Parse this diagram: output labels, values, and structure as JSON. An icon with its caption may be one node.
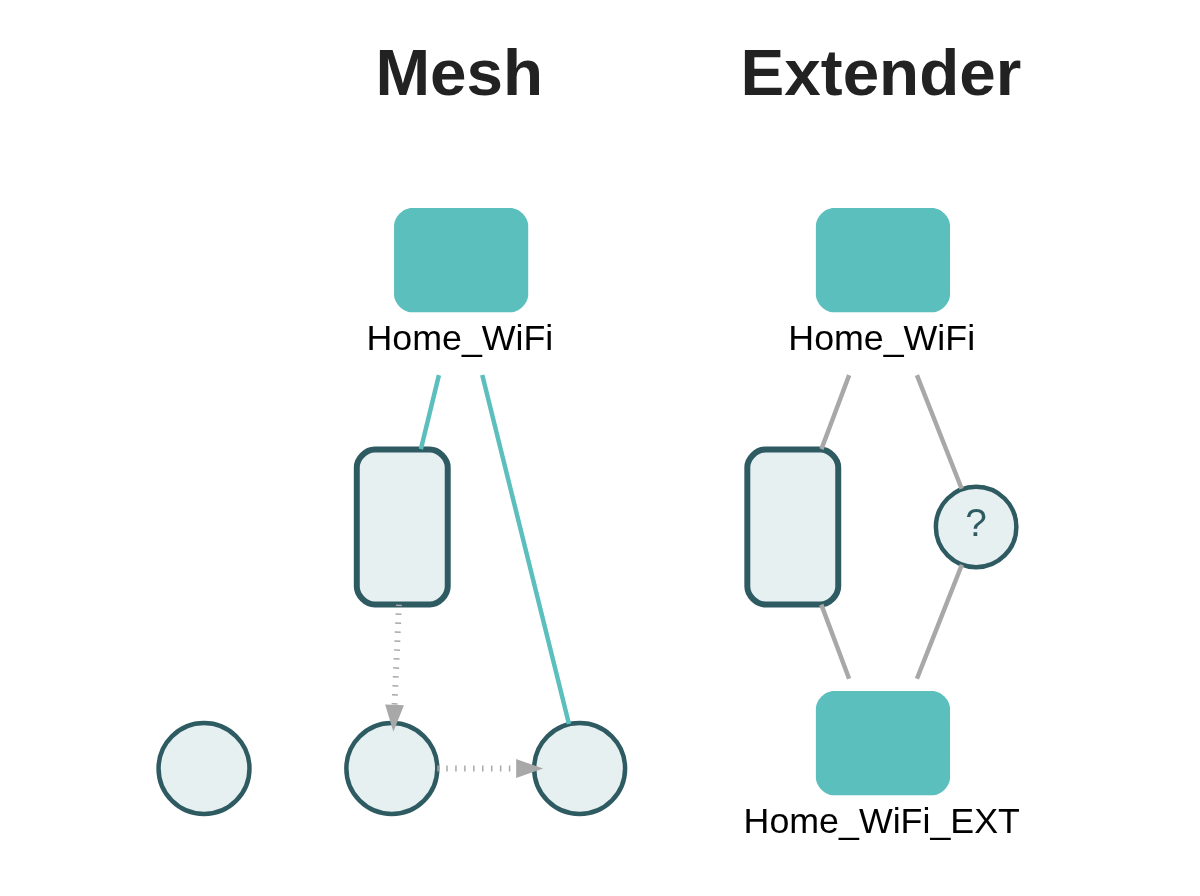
{
  "diagram": {
    "nodes": [
      {
        "text": [
          "Home_WiFi"
        ]
      },
      {
        "text": [],
        "shape": "box"
      },
      {
        "text": [],
        "shape": "circle"
      },
      {
        "text": [],
        "shape": "circle"
      },
      {
        "text": [],
        "shape": "circle"
      },
      {
        "text": [
          "Home_WiFi"
        ]
      },
      {
        "text": [],
        "shape": "box"
      },
      {
        "text": [
          "?"
        ]
      },
      {
        "text": [
          "Home_WiFi_EXT"
        ]
      }
    ],
    "edges": [
      {
        "from": 0,
        "to": 1,
        "arrow": "none",
        "color": "#5bbfbd"
      },
      {
        "from": 0,
        "to": 4,
        "arrow": "none",
        "color": "#5bbfbd"
      },
      {
        "from": 1,
        "to": 3,
        "arrow": "to",
        "style": "dashed"
      },
      {
        "from": 3,
        "to": 4,
        "arrow": "to",
        "style": "dashed"
      },
      {
        "from": 5,
        "to": 6,
        "arrow": "none"
      },
      {
        "from": 6,
        "to": 8,
        "arrow": "none"
      },
      {
        "from": 5,
        "to": 7,
        "arrow": "none"
      },
      {
        "from": 7,
        "to": 8,
        "arrow": "none"
      }
    ],
    "labels": [
      "Mesh",
      "Extender"
    ]
  }
}
